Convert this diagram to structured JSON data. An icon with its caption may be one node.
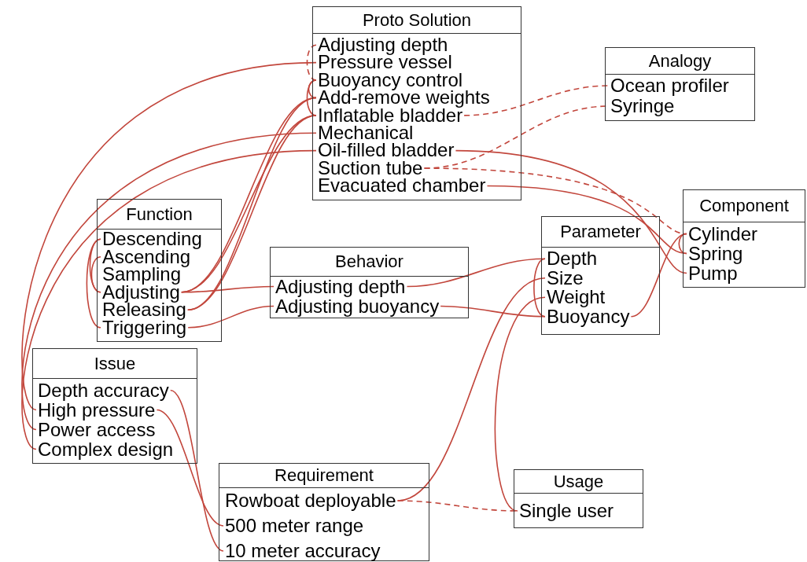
{
  "diagram": {
    "nodes": [
      {
        "text": [
          "Proto Solution"
        ]
      },
      {
        "text": [
          "Adjusting depth"
        ],
        "in": 0
      },
      {
        "text": [
          "Pressure vessel"
        ],
        "in": 0
      },
      {
        "text": [
          "Buoyancy control"
        ],
        "in": 0
      },
      {
        "text": [
          "Add-remove weights"
        ],
        "in": 0
      },
      {
        "text": [
          "Inflatable bladder"
        ],
        "in": 0
      },
      {
        "text": [
          "Mechanical"
        ],
        "in": 0
      },
      {
        "text": [
          "Oil-filled bladder"
        ],
        "in": 0
      },
      {
        "text": [
          "Suction tube"
        ],
        "in": 0
      },
      {
        "text": [
          "Evacuated chamber"
        ],
        "in": 0
      },
      {
        "text": [
          "Analogy"
        ]
      },
      {
        "text": [
          "Ocean profiler"
        ],
        "in": 10
      },
      {
        "text": [
          "Syringe"
        ],
        "in": 10
      },
      {
        "text": [
          "Function"
        ]
      },
      {
        "text": [
          "Descending"
        ],
        "in": 13
      },
      {
        "text": [
          "Ascending"
        ],
        "in": 13
      },
      {
        "text": [
          "Sampling"
        ],
        "in": 13
      },
      {
        "text": [
          "Adjusting"
        ],
        "in": 13
      },
      {
        "text": [
          "Releasing"
        ],
        "in": 13
      },
      {
        "text": [
          "Triggering"
        ],
        "in": 13
      },
      {
        "text": [
          "Behavior"
        ]
      },
      {
        "text": [
          "Adjusting depth"
        ],
        "in": 20
      },
      {
        "text": [
          "Adjusting buoyancy"
        ],
        "in": 20
      },
      {
        "text": [
          "Parameter"
        ]
      },
      {
        "text": [
          "Depth"
        ],
        "in": 23
      },
      {
        "text": [
          "Size"
        ],
        "in": 23
      },
      {
        "text": [
          "Weight"
        ],
        "in": 23
      },
      {
        "text": [
          "Buoyancy"
        ],
        "in": 23
      },
      {
        "text": [
          "Component"
        ]
      },
      {
        "text": [
          "Cylinder"
        ],
        "in": 28
      },
      {
        "text": [
          "Spring"
        ],
        "in": 28
      },
      {
        "text": [
          "Pump"
        ],
        "in": 28
      },
      {
        "text": [
          "Issue"
        ]
      },
      {
        "text": [
          "Depth accuracy"
        ],
        "in": 32
      },
      {
        "text": [
          "High pressure"
        ],
        "in": 32
      },
      {
        "text": [
          "Power access"
        ],
        "in": 32
      },
      {
        "text": [
          "Complex design"
        ],
        "in": 32
      },
      {
        "text": [
          "Requirement"
        ]
      },
      {
        "text": [
          "Rowboat deployable"
        ],
        "in": 37
      },
      {
        "text": [
          "500 meter range"
        ],
        "in": 37
      },
      {
        "text": [
          "10 meter accuracy"
        ],
        "in": 37
      },
      {
        "text": [
          "Usage"
        ]
      },
      {
        "text": [
          "Single user"
        ],
        "in": 41
      }
    ],
    "edges": [
      {
        "from": 1,
        "to": 3,
        "arrow": "none",
        "style": "dashed"
      },
      {
        "from": 3,
        "to": 4,
        "arrow": "none"
      },
      {
        "from": 3,
        "to": 5,
        "arrow": "none"
      },
      {
        "from": 2,
        "to": 34,
        "arrow": "none"
      },
      {
        "from": 6,
        "to": 35,
        "arrow": "none"
      },
      {
        "from": 7,
        "to": 36,
        "arrow": "none"
      },
      {
        "from": 17,
        "to": 4,
        "arrow": "none"
      },
      {
        "from": 17,
        "to": 5,
        "arrow": "none"
      },
      {
        "from": 18,
        "to": 4,
        "arrow": "none"
      },
      {
        "from": 18,
        "to": 5,
        "arrow": "none"
      },
      {
        "from": 14,
        "to": 17,
        "arrow": "none"
      },
      {
        "from": 15,
        "to": 17,
        "arrow": "none"
      },
      {
        "from": 14,
        "to": 19,
        "arrow": "none"
      },
      {
        "from": 17,
        "to": 21,
        "arrow": "none"
      },
      {
        "from": 19,
        "to": 22,
        "arrow": "none"
      },
      {
        "from": 5,
        "to": 11,
        "arrow": "none",
        "style": "dashed"
      },
      {
        "from": 8,
        "to": 12,
        "arrow": "none",
        "style": "dashed"
      },
      {
        "from": 8,
        "to": 29,
        "arrow": "none",
        "style": "dashed"
      },
      {
        "from": 7,
        "to": 31,
        "arrow": "none"
      },
      {
        "from": 9,
        "to": 30,
        "arrow": "none"
      },
      {
        "from": 21,
        "to": 24,
        "arrow": "none"
      },
      {
        "from": 22,
        "to": 27,
        "arrow": "none"
      },
      {
        "from": 24,
        "to": 27,
        "arrow": "none"
      },
      {
        "from": 25,
        "to": 38,
        "arrow": "none"
      },
      {
        "from": 26,
        "to": 42,
        "arrow": "none"
      },
      {
        "from": 27,
        "to": 29,
        "arrow": "none"
      },
      {
        "from": 29,
        "to": 30,
        "arrow": "none"
      },
      {
        "from": 33,
        "to": 40,
        "arrow": "none"
      },
      {
        "from": 34,
        "to": 39,
        "arrow": "none"
      },
      {
        "from": 38,
        "to": 42,
        "arrow": "none",
        "style": "dashed"
      }
    ]
  }
}
